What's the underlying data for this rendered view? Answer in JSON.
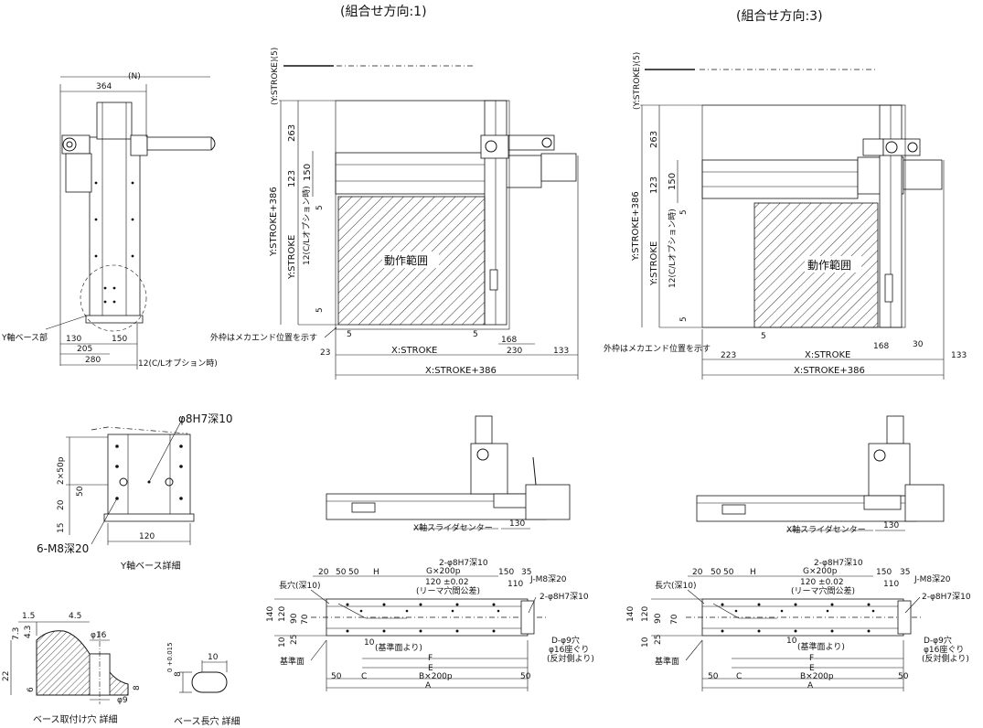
{
  "headers": {
    "left": "(組合せ方向:1)",
    "right": "(組合せ方向:3)"
  },
  "side_view": {
    "dim_n": "(N)",
    "dim_364": "364",
    "dim_130": "130",
    "dim_150": "150",
    "dim_205": "205",
    "dim_280": "280",
    "dim_12": "12(C/Lオプション時)",
    "label_base": "Y軸ベース部"
  },
  "top_view_1": {
    "y_stroke_5": "(Y:STROKE)(5)",
    "dim_263": "263",
    "dim_123": "123",
    "dim_150": "150",
    "dim_5a": "5",
    "dim_5b": "5",
    "y_stroke_386": "Y:STROKE+386",
    "y_stroke": "Y:STROKE",
    "cl_option": "12(C/Lオプション時)",
    "range_label": "動作範囲",
    "frame_note": "外枠はメカエンド位置を示す",
    "dim_23": "23",
    "dim_5c": "5",
    "dim_5d": "5",
    "dim_168": "168",
    "dim_230": "230",
    "dim_133": "133",
    "x_stroke": "X:STROKE",
    "x_stroke_386": "X:STROKE+386"
  },
  "top_view_3": {
    "y_stroke_5": "(Y:STROKE)(5)",
    "dim_263": "263",
    "dim_123": "123",
    "dim_150": "150",
    "dim_5a": "5",
    "dim_5b": "5",
    "y_stroke_386": "Y:STROKE+386",
    "y_stroke": "Y:STROKE",
    "cl_option": "12(C/Lオプション時)",
    "range_label": "動作範囲",
    "frame_note": "外枠はメカエンド位置を示す",
    "dim_223": "223",
    "dim_5c": "5",
    "dim_168": "168",
    "dim_30": "30",
    "dim_133": "133",
    "x_stroke": "X:STROKE",
    "x_stroke_386": "X:STROKE+386"
  },
  "base_detail": {
    "hole_label": "φ8H7深10",
    "pitch": "2×50p",
    "dim_50": "50",
    "dim_20": "20",
    "dim_15": "15",
    "dim_120": "120",
    "tap_label": "6-M8深20",
    "title": "Y軸ベース詳細"
  },
  "mount_hole": {
    "dim_1_5": "1.5",
    "dim_4_5": "4.5",
    "dim_7_3": "7.3",
    "dim_4_3": "4.3",
    "dim_phi16": "φ16",
    "dim_22": "22",
    "dim_6": "6",
    "dim_8": "8",
    "dim_phi9": "φ9",
    "title": "ベース取付け穴 詳細"
  },
  "slot_detail": {
    "dim_10": "10",
    "dim_8": "8",
    "tol": "0 +0.015",
    "title": "ベース長穴 詳細"
  },
  "front_view": {
    "slider_center": "X軸スライダセンター",
    "dim_130": "130"
  },
  "x_base": {
    "d20": "20",
    "d50a": "50",
    "d50b": "50",
    "dH": "H",
    "g200": "G×200p",
    "pin_top": "2-φ8H7深10",
    "d150": "150",
    "d35": "35",
    "d120tol": "120 ±0.02",
    "ream": "(リーマ穴間公差)",
    "d110": "110",
    "j_tap": "J-M8深20",
    "pin_side": "2-φ8H7深10",
    "slot": "長穴(深10)",
    "d140": "140",
    "d120": "120",
    "d90": "90",
    "d70": "70",
    "d25": "25",
    "d10": "10",
    "d10b": "10",
    "ref_from": "(基準面より)",
    "ref_face": "基準面",
    "dF": "F",
    "dE": "E",
    "d50c": "50",
    "dC": "C",
    "b200": "B×200p",
    "d50d": "50",
    "dA": "A",
    "d_hole": "D-φ9穴",
    "counterbore": "φ16座ぐり",
    "opposite": "(反対側より)"
  }
}
